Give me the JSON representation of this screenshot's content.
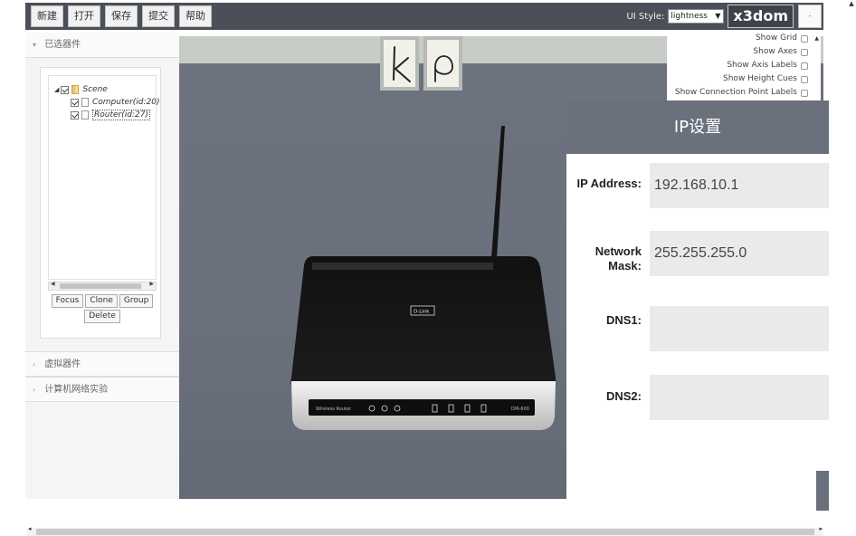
{
  "toolbar": {
    "buttons": [
      "新建",
      "打开",
      "保存",
      "提交",
      "帮助"
    ],
    "ui_style_label": "UI Style:",
    "ui_style_value": "lightness",
    "brand": "x3dom",
    "corner_button": "-"
  },
  "left_panel": {
    "section1_title": "已选器件",
    "tree": {
      "scene_label": "Scene",
      "children": [
        "Computer(id:20)",
        "Router(id:27)"
      ]
    },
    "buttons": [
      "Focus",
      "Clone",
      "Group",
      "Delete"
    ],
    "section2_title": "虚拟器件",
    "section3_title": "计算机网络实验"
  },
  "router": {
    "badge_text": "D-Link",
    "front_text": "Wireless Router",
    "model_text": "DIR-600"
  },
  "options": {
    "items": [
      "Show Grid",
      "Show Axes",
      "Show Axis Labels",
      "Show Height Cues",
      "Show Connection Point Labels"
    ]
  },
  "ip_panel": {
    "title": "IP设置",
    "fields": [
      {
        "label": "IP Address:",
        "value": "192.168.10.1"
      },
      {
        "label": "Network Mask:",
        "value": "255.255.255.0"
      },
      {
        "label": "DNS1:",
        "value": ""
      },
      {
        "label": "DNS2:",
        "value": ""
      }
    ]
  },
  "colors": {
    "toolbar_bg": "#4b4f59",
    "viewport_bg": "#6c727e",
    "ip_header_bg": "#6a707c",
    "input_bg": "#eaeaea"
  }
}
